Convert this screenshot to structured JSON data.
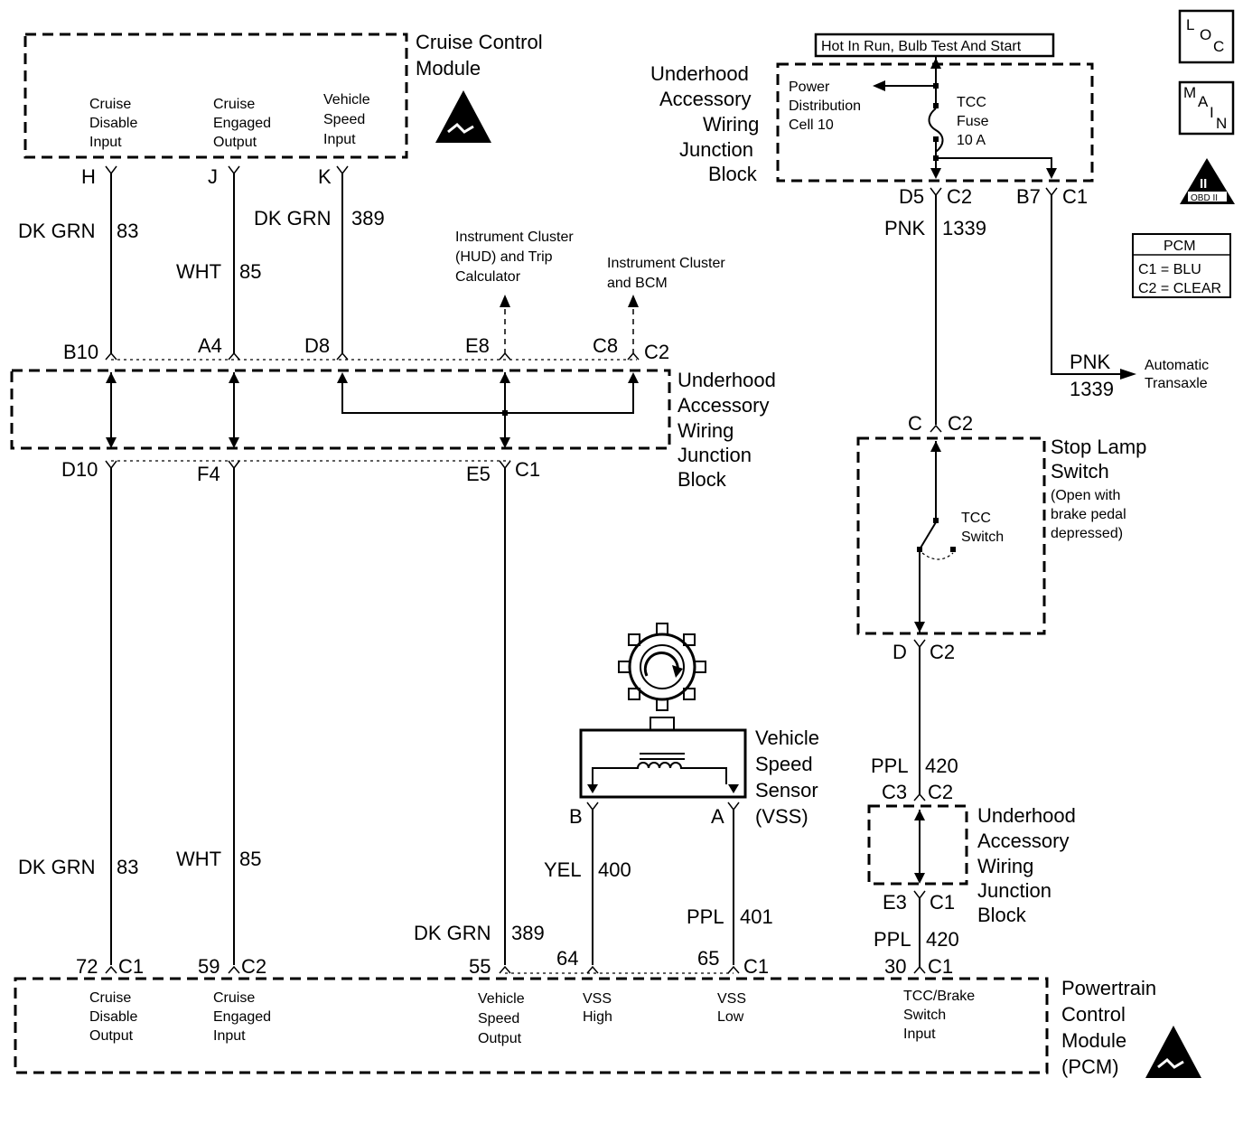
{
  "cruise_module": {
    "title": [
      "Cruise Control",
      "Module"
    ],
    "pins": [
      {
        "lines": [
          "Cruise",
          "Disable",
          "Input"
        ],
        "letter": "H"
      },
      {
        "lines": [
          "Cruise",
          "Engaged",
          "Output"
        ],
        "letter": "J"
      },
      {
        "lines": [
          "Vehicle",
          "Speed",
          "Input"
        ],
        "letter": "K"
      }
    ]
  },
  "wires_top": [
    {
      "color": "DK GRN",
      "num": "83"
    },
    {
      "color": "WHT",
      "num": "85"
    },
    {
      "color": "DK GRN",
      "num": "389"
    }
  ],
  "destinations": [
    {
      "lines": [
        "Instrument Cluster",
        "(HUD) and Trip",
        "Calculator"
      ]
    },
    {
      "lines": [
        "Instrument Cluster",
        "and BCM"
      ]
    }
  ],
  "junction_block_main": {
    "title": [
      "Underhood",
      "Accessory",
      "Wiring",
      "Junction",
      "Block"
    ],
    "top_pins": [
      "B10",
      "A4",
      "D8",
      "E8",
      "C8",
      "C2"
    ],
    "bottom_pins": [
      "D10",
      "F4",
      "E5",
      "C1"
    ]
  },
  "wires_bottom": [
    {
      "color": "DK GRN",
      "num": "83"
    },
    {
      "color": "WHT",
      "num": "85"
    },
    {
      "color": "DK GRN",
      "num": "389"
    },
    {
      "color": "YEL",
      "num": "400"
    },
    {
      "color": "PPL",
      "num": "401"
    }
  ],
  "vss": {
    "title": [
      "Vehicle",
      "Speed",
      "Sensor",
      "(VSS)"
    ],
    "pins": [
      "B",
      "A"
    ]
  },
  "pcm": {
    "title": [
      "Powertrain",
      "Control",
      "Module",
      "(PCM)"
    ],
    "pins": [
      {
        "num": "72",
        "conn": "C1",
        "lines": [
          "Cruise",
          "Disable",
          "Output"
        ]
      },
      {
        "num": "59",
        "conn": "C2",
        "lines": [
          "Cruise",
          "Engaged",
          "Input"
        ]
      },
      {
        "num": "55",
        "conn": "",
        "lines": [
          "Vehicle",
          "Speed",
          "Output"
        ]
      },
      {
        "num": "64",
        "conn": "",
        "lines": [
          "VSS",
          "High"
        ]
      },
      {
        "num": "65",
        "conn": "C1",
        "lines": [
          "VSS",
          "Low"
        ]
      },
      {
        "num": "30",
        "conn": "C1",
        "lines": [
          "TCC/Brake",
          "Switch",
          "Input"
        ]
      }
    ]
  },
  "fuse_block": {
    "banner": "Hot In Run, Bulb Test And Start",
    "title": [
      "Underhood",
      "Accessory",
      "Wiring",
      "Junction",
      "Block"
    ],
    "power_dist": [
      "Power",
      "Distribution",
      "Cell 10"
    ],
    "fuse": [
      "TCC",
      "Fuse",
      "10 A"
    ],
    "pin_left": {
      "letter": "D5",
      "conn": "C2"
    },
    "pin_right": {
      "letter": "B7",
      "conn": "C1"
    }
  },
  "wire_pnk": {
    "color": "PNK",
    "num": "1339"
  },
  "automatic_transaxle": {
    "color": "PNK",
    "num": "1339",
    "lines": [
      "Automatic",
      "Transaxle"
    ]
  },
  "stop_lamp": {
    "title": [
      "Stop Lamp",
      "Switch"
    ],
    "note": [
      "(Open with",
      "brake pedal",
      "depressed)"
    ],
    "switch_label": [
      "TCC",
      "Switch"
    ],
    "pin_top": {
      "letter": "C",
      "conn": "C2"
    },
    "pin_bottom": {
      "letter": "D",
      "conn": "C2"
    }
  },
  "wire_ppl_420_top": {
    "color": "PPL",
    "num": "420"
  },
  "junction_block_small": {
    "title": [
      "Underhood",
      "Accessory",
      "Wiring",
      "Junction",
      "Block"
    ],
    "pin_top": {
      "letter": "C3",
      "conn": "C2"
    },
    "pin_bottom": {
      "letter": "E3",
      "conn": "C1"
    }
  },
  "wire_ppl_420_bottom": {
    "color": "PPL",
    "num": "420"
  },
  "legend": {
    "loc_icon": [
      "L",
      "O",
      "C"
    ],
    "main_icon": [
      "M",
      "A",
      "I",
      "N"
    ],
    "obd_icon": [
      "II",
      "OBD II"
    ],
    "pcm_table": {
      "header": "PCM",
      "rows": [
        "C1 = BLU",
        "C2 = CLEAR"
      ]
    }
  }
}
